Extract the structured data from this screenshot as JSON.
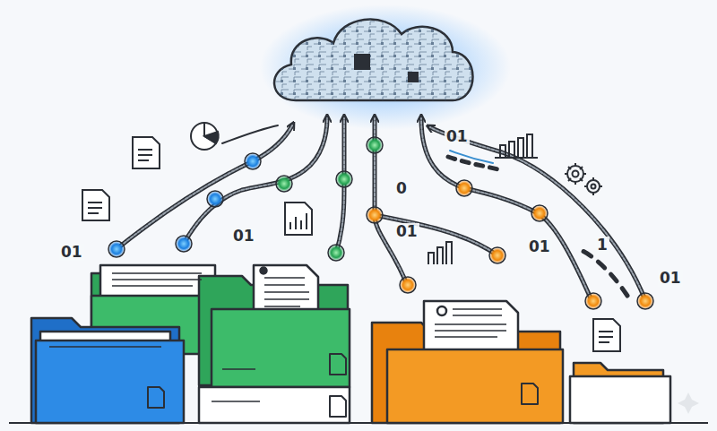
{
  "diagram": {
    "labels": [
      "01",
      "01",
      "0",
      "01",
      "01",
      "01",
      "1",
      "01"
    ]
  }
}
